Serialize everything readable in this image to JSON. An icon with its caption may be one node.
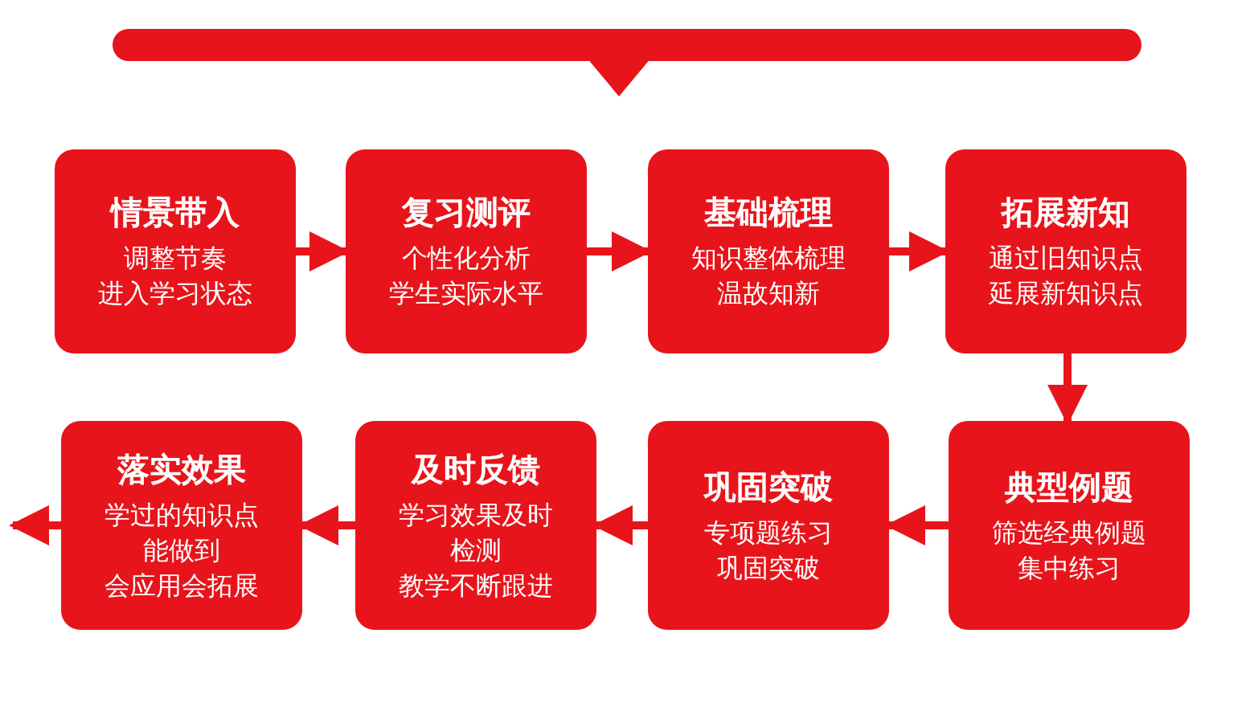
{
  "diagram": {
    "nodes": [
      {
        "text": [
          "情景带入",
          "调整节奏",
          "进入学习状态"
        ]
      },
      {
        "text": [
          "复习测评",
          "个性化分析",
          "学生实际水平"
        ]
      },
      {
        "text": [
          "基础梳理",
          "知识整体梳理",
          "温故知新"
        ]
      },
      {
        "text": [
          "拓展新知",
          "通过旧知识点",
          "延展新知识点"
        ]
      },
      {
        "text": [
          "落实效果",
          "学过的知识点",
          "能做到",
          "会应用会拓展"
        ]
      },
      {
        "text": [
          "及时反馈",
          "学习效果及时",
          "检测",
          "教学不断跟进"
        ]
      },
      {
        "text": [
          "巩固突破",
          "专项题练习",
          "巩固突破"
        ]
      },
      {
        "text": [
          "典型例题",
          "筛选经典例题",
          "集中练习"
        ]
      }
    ],
    "edges": [
      {
        "from": 0,
        "to": 1,
        "arrow": "to"
      },
      {
        "from": 1,
        "to": 2,
        "arrow": "to"
      },
      {
        "from": 2,
        "to": 3,
        "arrow": "to"
      },
      {
        "from": 3,
        "to": 7,
        "arrow": "to"
      },
      {
        "from": 7,
        "to": 6,
        "arrow": "to"
      },
      {
        "from": 6,
        "to": 5,
        "arrow": "to"
      },
      {
        "from": 5,
        "to": 4,
        "arrow": "to"
      },
      {
        "from": 4,
        "to": null,
        "arrow": "to"
      }
    ]
  }
}
